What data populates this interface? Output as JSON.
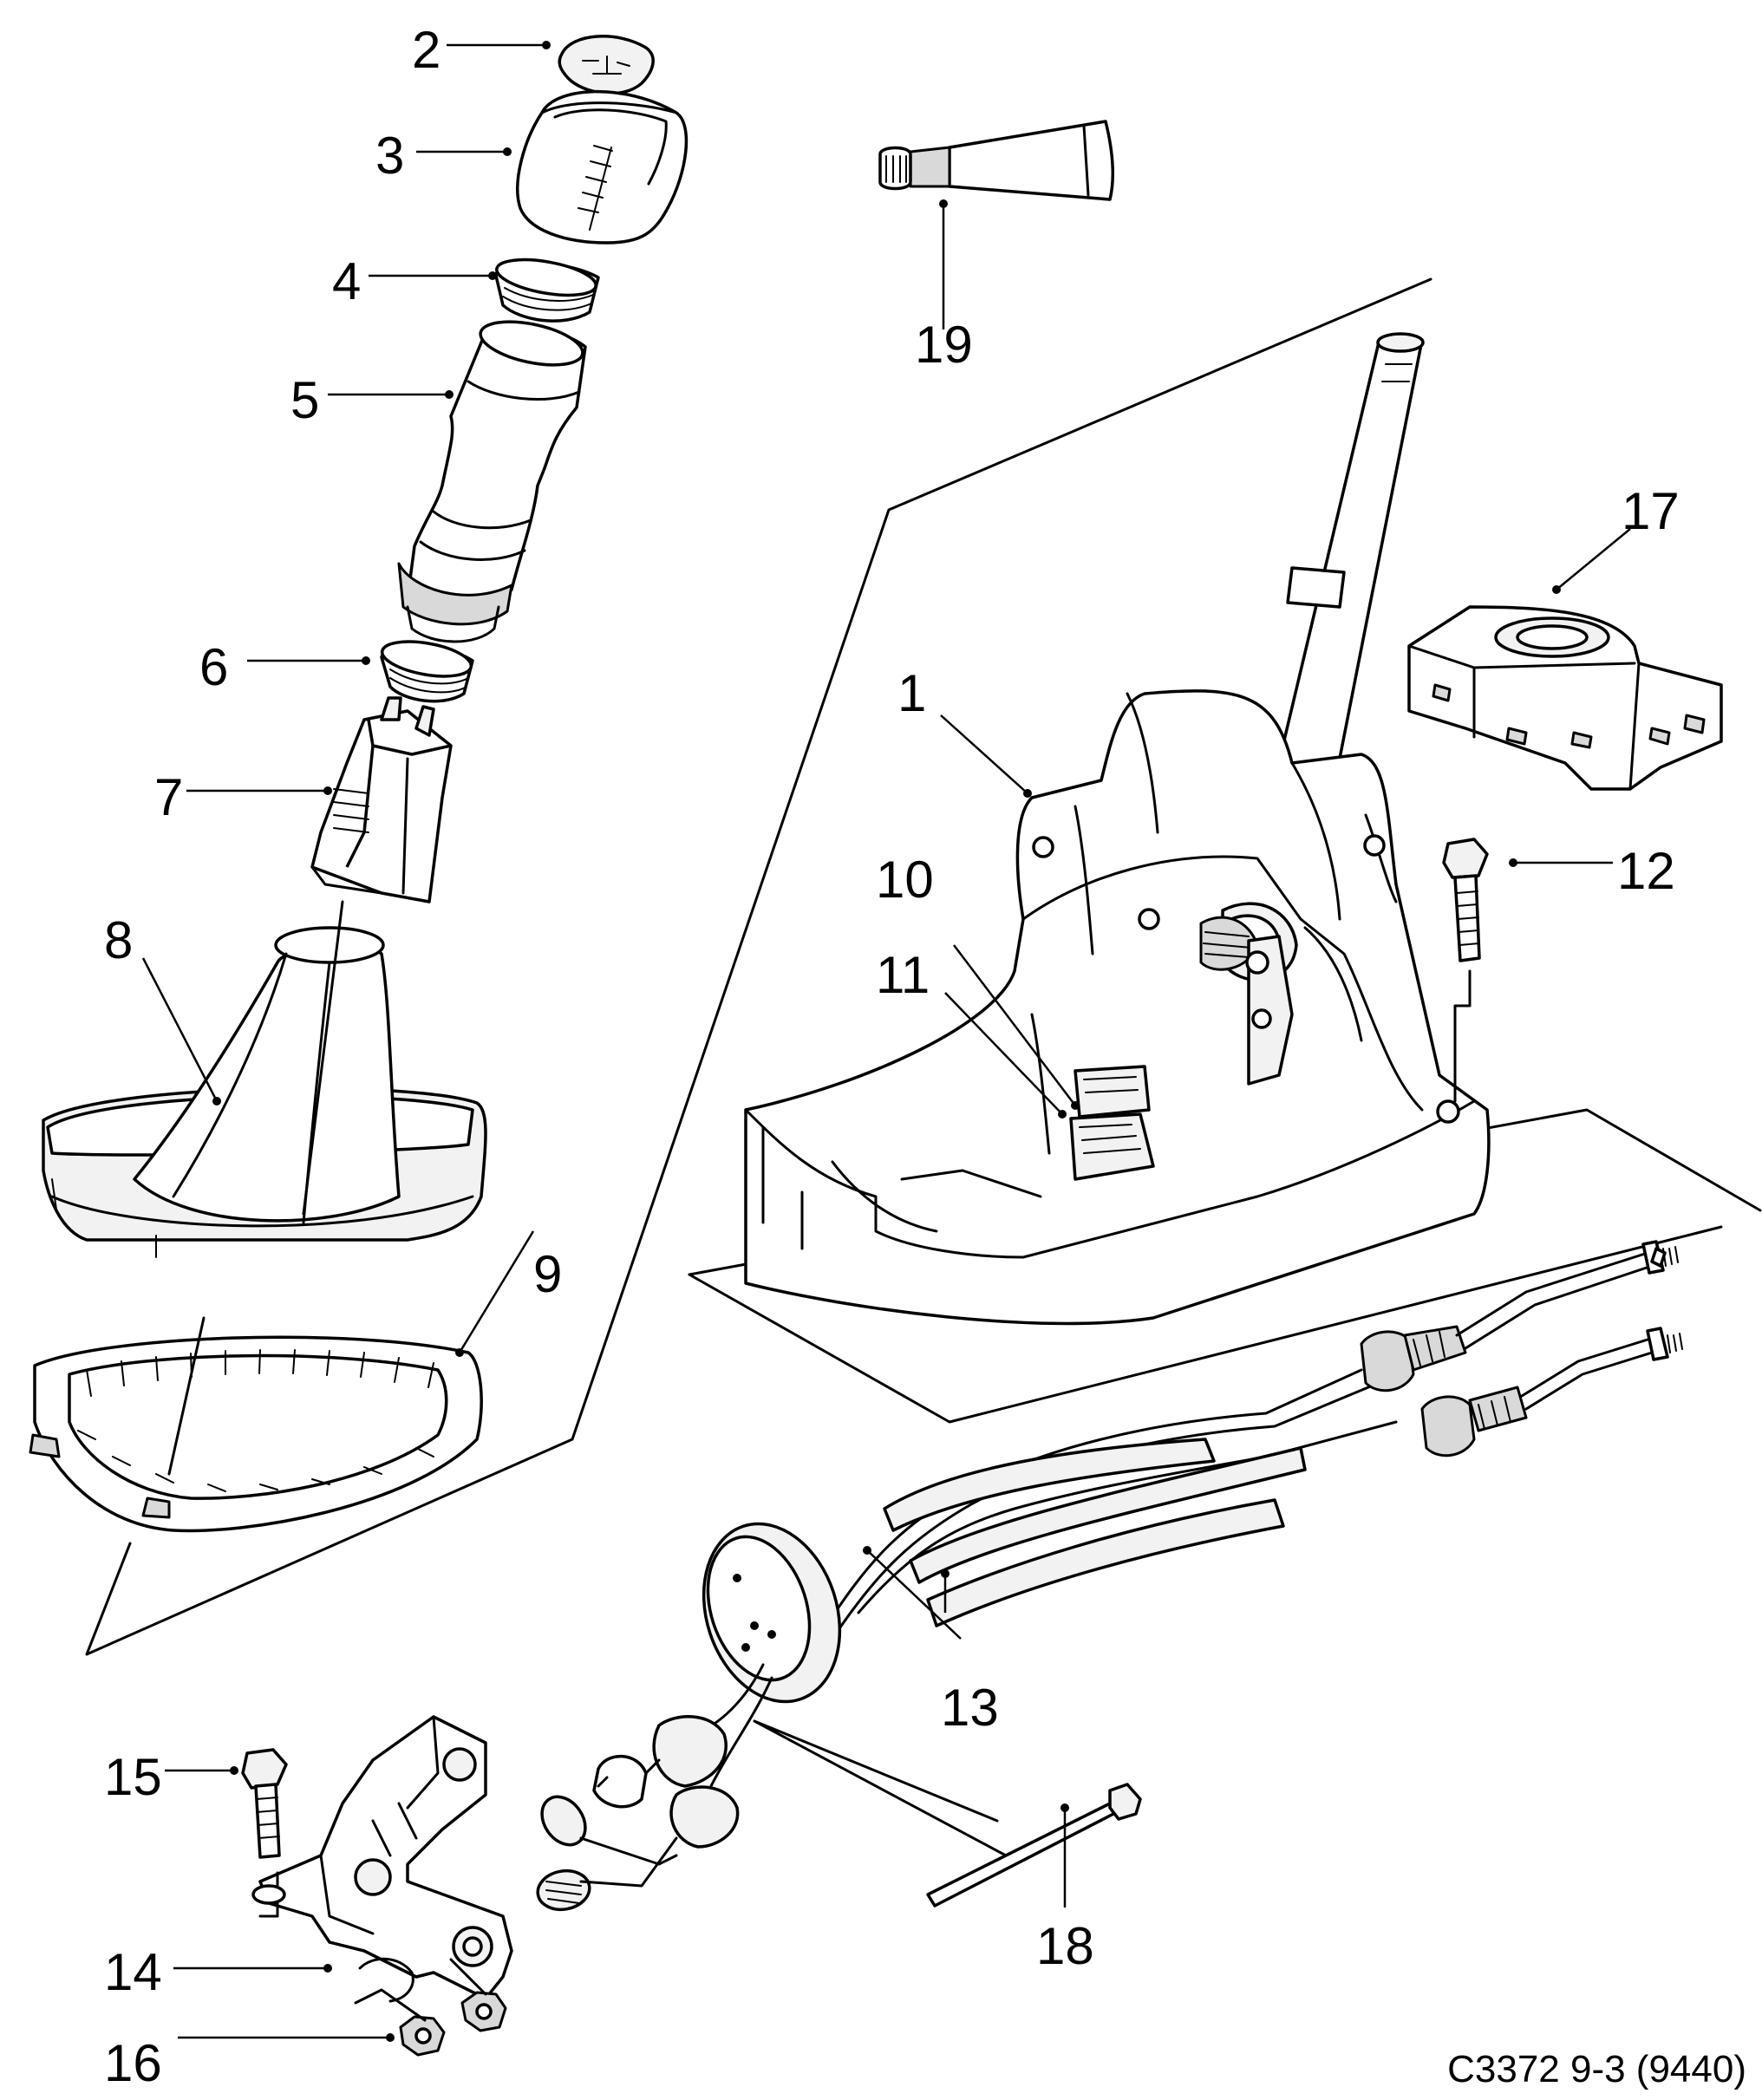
{
  "diagram": {
    "reference_code": "C3372 9-3 (9440)",
    "callouts": [
      {
        "id": "c1",
        "label": "1"
      },
      {
        "id": "c2",
        "label": "2"
      },
      {
        "id": "c3",
        "label": "3"
      },
      {
        "id": "c4",
        "label": "4"
      },
      {
        "id": "c5",
        "label": "5"
      },
      {
        "id": "c6",
        "label": "6"
      },
      {
        "id": "c7",
        "label": "7"
      },
      {
        "id": "c8",
        "label": "8"
      },
      {
        "id": "c9",
        "label": "9"
      },
      {
        "id": "c10",
        "label": "10"
      },
      {
        "id": "c11",
        "label": "11"
      },
      {
        "id": "c12",
        "label": "12"
      },
      {
        "id": "c13",
        "label": "13"
      },
      {
        "id": "c14",
        "label": "14"
      },
      {
        "id": "c15",
        "label": "15"
      },
      {
        "id": "c16",
        "label": "16"
      },
      {
        "id": "c17",
        "label": "17"
      },
      {
        "id": "c18",
        "label": "18"
      },
      {
        "id": "c19",
        "label": "19"
      }
    ]
  }
}
